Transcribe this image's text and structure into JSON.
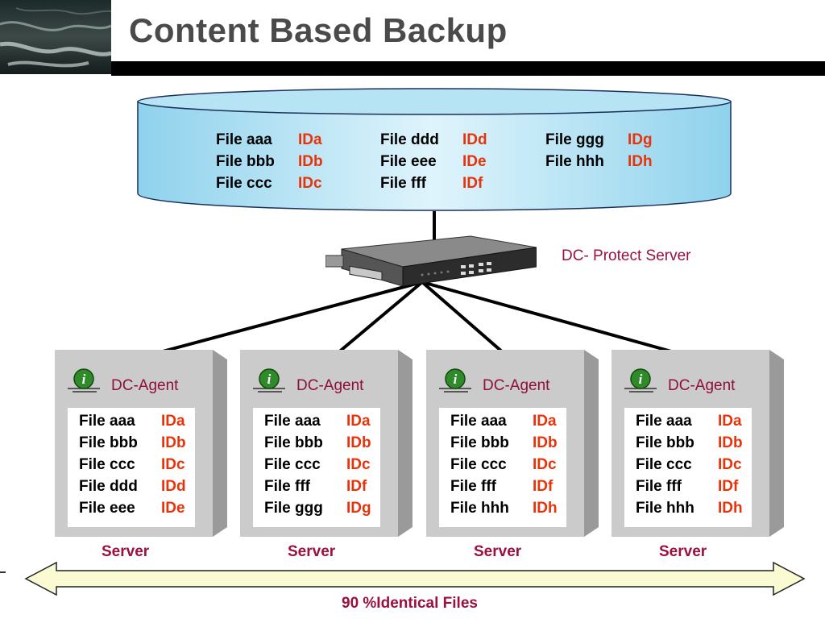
{
  "title": "Content Based Backup",
  "colors": {
    "accent": "#9b1040",
    "id": "#e8330a",
    "cylinder": "#9fd9ee",
    "agent_box": "#cbcbcb",
    "arrow": "#fafbd2"
  },
  "icons": {
    "info": "info-icon",
    "thumbnail": "landscape-thumbnail"
  },
  "storage": {
    "columns": [
      [
        {
          "name": "File aaa",
          "id": "IDa"
        },
        {
          "name": "File bbb",
          "id": "IDb"
        },
        {
          "name": "File ccc",
          "id": "IDc"
        }
      ],
      [
        {
          "name": "File ddd",
          "id": "IDd"
        },
        {
          "name": "File eee",
          "id": "IDe"
        },
        {
          "name": "File fff",
          "id": "IDf"
        }
      ],
      [
        {
          "name": "File ggg",
          "id": "IDg"
        },
        {
          "name": "File hhh",
          "id": "IDh"
        }
      ]
    ]
  },
  "protect_server_label": "DC- Protect Server",
  "agents": [
    {
      "label": "DC-Agent",
      "server": "Server",
      "files": [
        {
          "name": "File aaa",
          "id": "IDa"
        },
        {
          "name": "File bbb",
          "id": "IDb"
        },
        {
          "name": "File ccc",
          "id": "IDc"
        },
        {
          "name": "File ddd",
          "id": "IDd"
        },
        {
          "name": "File eee",
          "id": "IDe"
        }
      ]
    },
    {
      "label": "DC-Agent",
      "server": "Server",
      "files": [
        {
          "name": "File aaa",
          "id": "IDa"
        },
        {
          "name": "File bbb",
          "id": "IDb"
        },
        {
          "name": "File ccc",
          "id": "IDc"
        },
        {
          "name": "File fff",
          "id": "IDf"
        },
        {
          "name": "File ggg",
          "id": "IDg"
        }
      ]
    },
    {
      "label": "DC-Agent",
      "server": "Server",
      "files": [
        {
          "name": "File aaa",
          "id": "IDa"
        },
        {
          "name": "File bbb",
          "id": "IDb"
        },
        {
          "name": "File ccc",
          "id": "IDc"
        },
        {
          "name": "File fff",
          "id": "IDf"
        },
        {
          "name": "File hhh",
          "id": "IDh"
        }
      ]
    },
    {
      "label": "DC-Agent",
      "server": "Server",
      "files": [
        {
          "name": "File aaa",
          "id": "IDa"
        },
        {
          "name": "File bbb",
          "id": "IDb"
        },
        {
          "name": "File ccc",
          "id": "IDc"
        },
        {
          "name": "File fff",
          "id": "IDf"
        },
        {
          "name": "File hhh",
          "id": "IDh"
        }
      ]
    }
  ],
  "bottom_label": "90 %Identical Files"
}
